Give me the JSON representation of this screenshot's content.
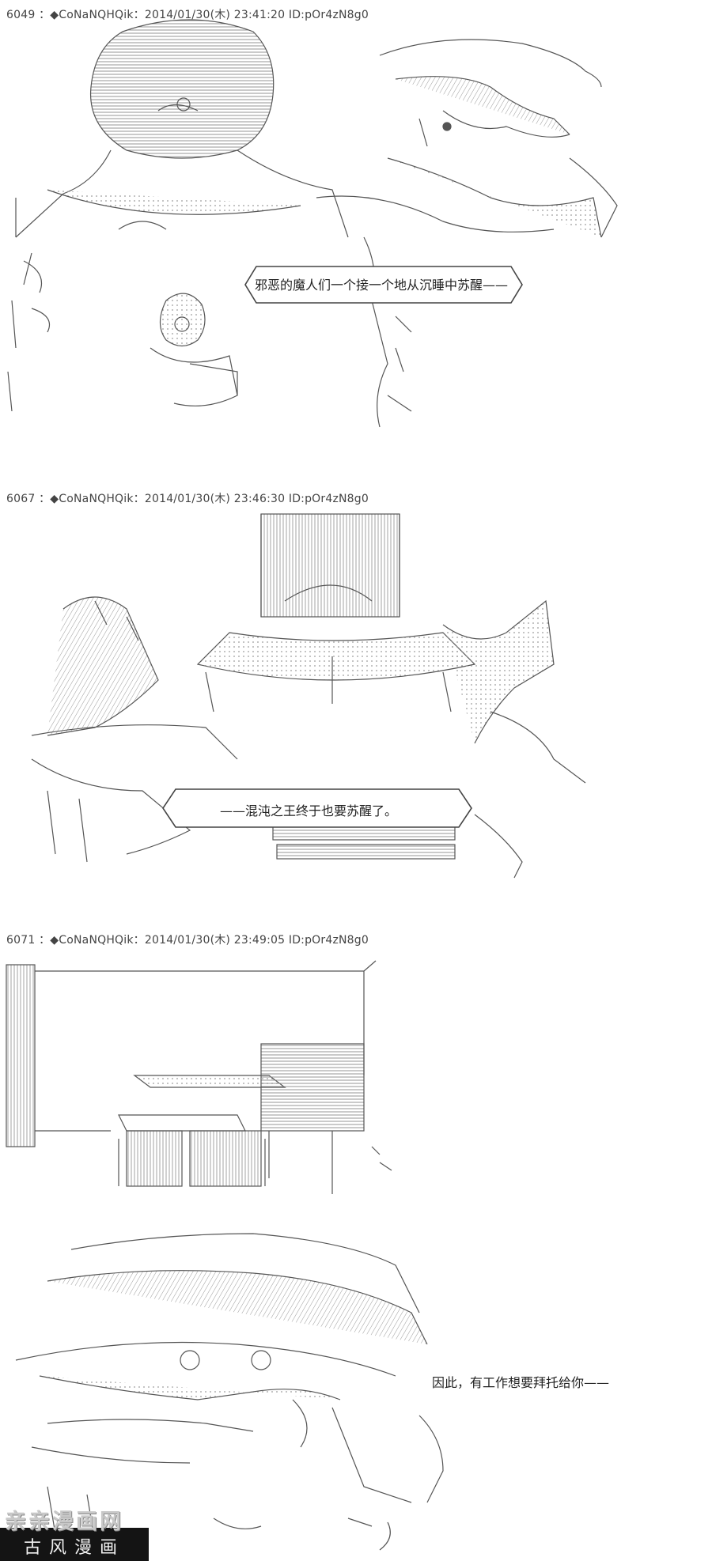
{
  "posts": [
    {
      "header": "6049 ：◆CoNaNQHQik：2014/01/30(木) 23:41:20 ID:pOr4zN8g0",
      "bubble_text": "邪恶的魔人们一个接一个地从沉睡中苏醒——"
    },
    {
      "header": "6067 ：◆CoNaNQHQik：2014/01/30(木) 23:46:30 ID:pOr4zN8g0",
      "bubble_text": "——混沌之王终于也要苏醒了。"
    },
    {
      "header": "6071 ：◆CoNaNQHQik：2014/01/30(木) 23:49:05 ID:pOr4zN8g0",
      "caption_text": "因此，有工作想要拜托给你——"
    }
  ],
  "watermark": {
    "top_text": "亲亲漫画网",
    "bottom_text": "古风漫画"
  }
}
